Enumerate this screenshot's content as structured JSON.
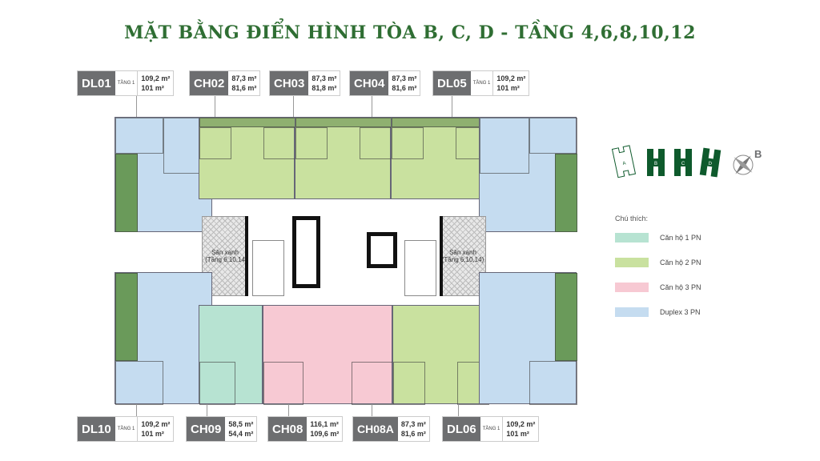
{
  "title": "MẶT BẰNG ĐIỂN HÌNH TÒA B, C, D - TẦNG 4,6,8,10,12",
  "units_top": [
    {
      "code": "DL01",
      "floor": "TẦNG 1",
      "area1": "109,2 m²",
      "area2": "101 m²"
    },
    {
      "code": "CH02",
      "area1": "87,3 m²",
      "area2": "81,6 m²"
    },
    {
      "code": "CH03",
      "area1": "87,3 m²",
      "area2": "81,8 m²"
    },
    {
      "code": "CH04",
      "area1": "87,3 m²",
      "area2": "81,6 m²"
    },
    {
      "code": "DL05",
      "floor": "TẦNG 1",
      "area1": "109,2 m²",
      "area2": "101 m²"
    }
  ],
  "units_bottom": [
    {
      "code": "DL10",
      "floor": "TẦNG 1",
      "area1": "109,2 m²",
      "area2": "101 m²"
    },
    {
      "code": "CH09",
      "area1": "58,5 m²",
      "area2": "54,4 m²"
    },
    {
      "code": "CH08",
      "area1": "116,1 m²",
      "area2": "109,6 m²"
    },
    {
      "code": "CH08A",
      "area1": "87,3 m²",
      "area2": "81,6 m²"
    },
    {
      "code": "DL06",
      "floor": "TẦNG 1",
      "area1": "109,2 m²",
      "area2": "101 m²"
    }
  ],
  "green_terrace": {
    "line1": "Sân xanh",
    "line2_left": "(Tầng 6,10,14",
    "line2_right": "(Tầng 6,10,14)"
  },
  "towers": [
    "A",
    "B",
    "C",
    "D"
  ],
  "compass_label": "B",
  "legend": {
    "title": "Chú thích:",
    "items": [
      {
        "label": "Căn hộ 1 PN",
        "color": "#b7e3d2"
      },
      {
        "label": "Căn hộ 2 PN",
        "color": "#c9e19f"
      },
      {
        "label": "Căn hộ 3 PN",
        "color": "#f7c9d3"
      },
      {
        "label": "Duplex 3 PN",
        "color": "#c5dcf0"
      }
    ]
  },
  "colors": {
    "title": "#2f6e33",
    "tower": "#0e5a2c",
    "label_bg": "#6d6e70"
  }
}
